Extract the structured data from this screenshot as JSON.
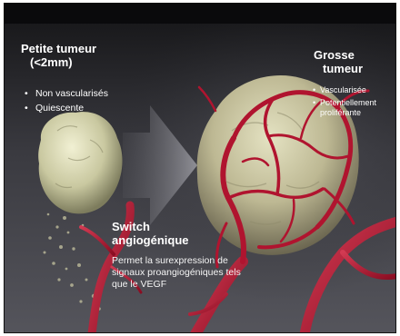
{
  "small_tumor": {
    "title_line1": "Petite tumeur",
    "title_line2": "(<2mm)",
    "bullets": [
      "Non vascularisés",
      "Quiescente"
    ]
  },
  "large_tumor": {
    "title_line1": "Grosse",
    "title_line2": "tumeur",
    "bullets": [
      "Vascularisée",
      "Potentiellement proliférante"
    ]
  },
  "switch": {
    "title_line1": "Switch",
    "title_line2": "angiogénique",
    "description": "Permet la surexpression de signaux proangiogéniques tels que le VEGF"
  },
  "colors": {
    "background": "#2a2a2e",
    "vessel": "#a3102a",
    "tumor": "#c8c7a0",
    "arrow": "#8a8a90"
  }
}
